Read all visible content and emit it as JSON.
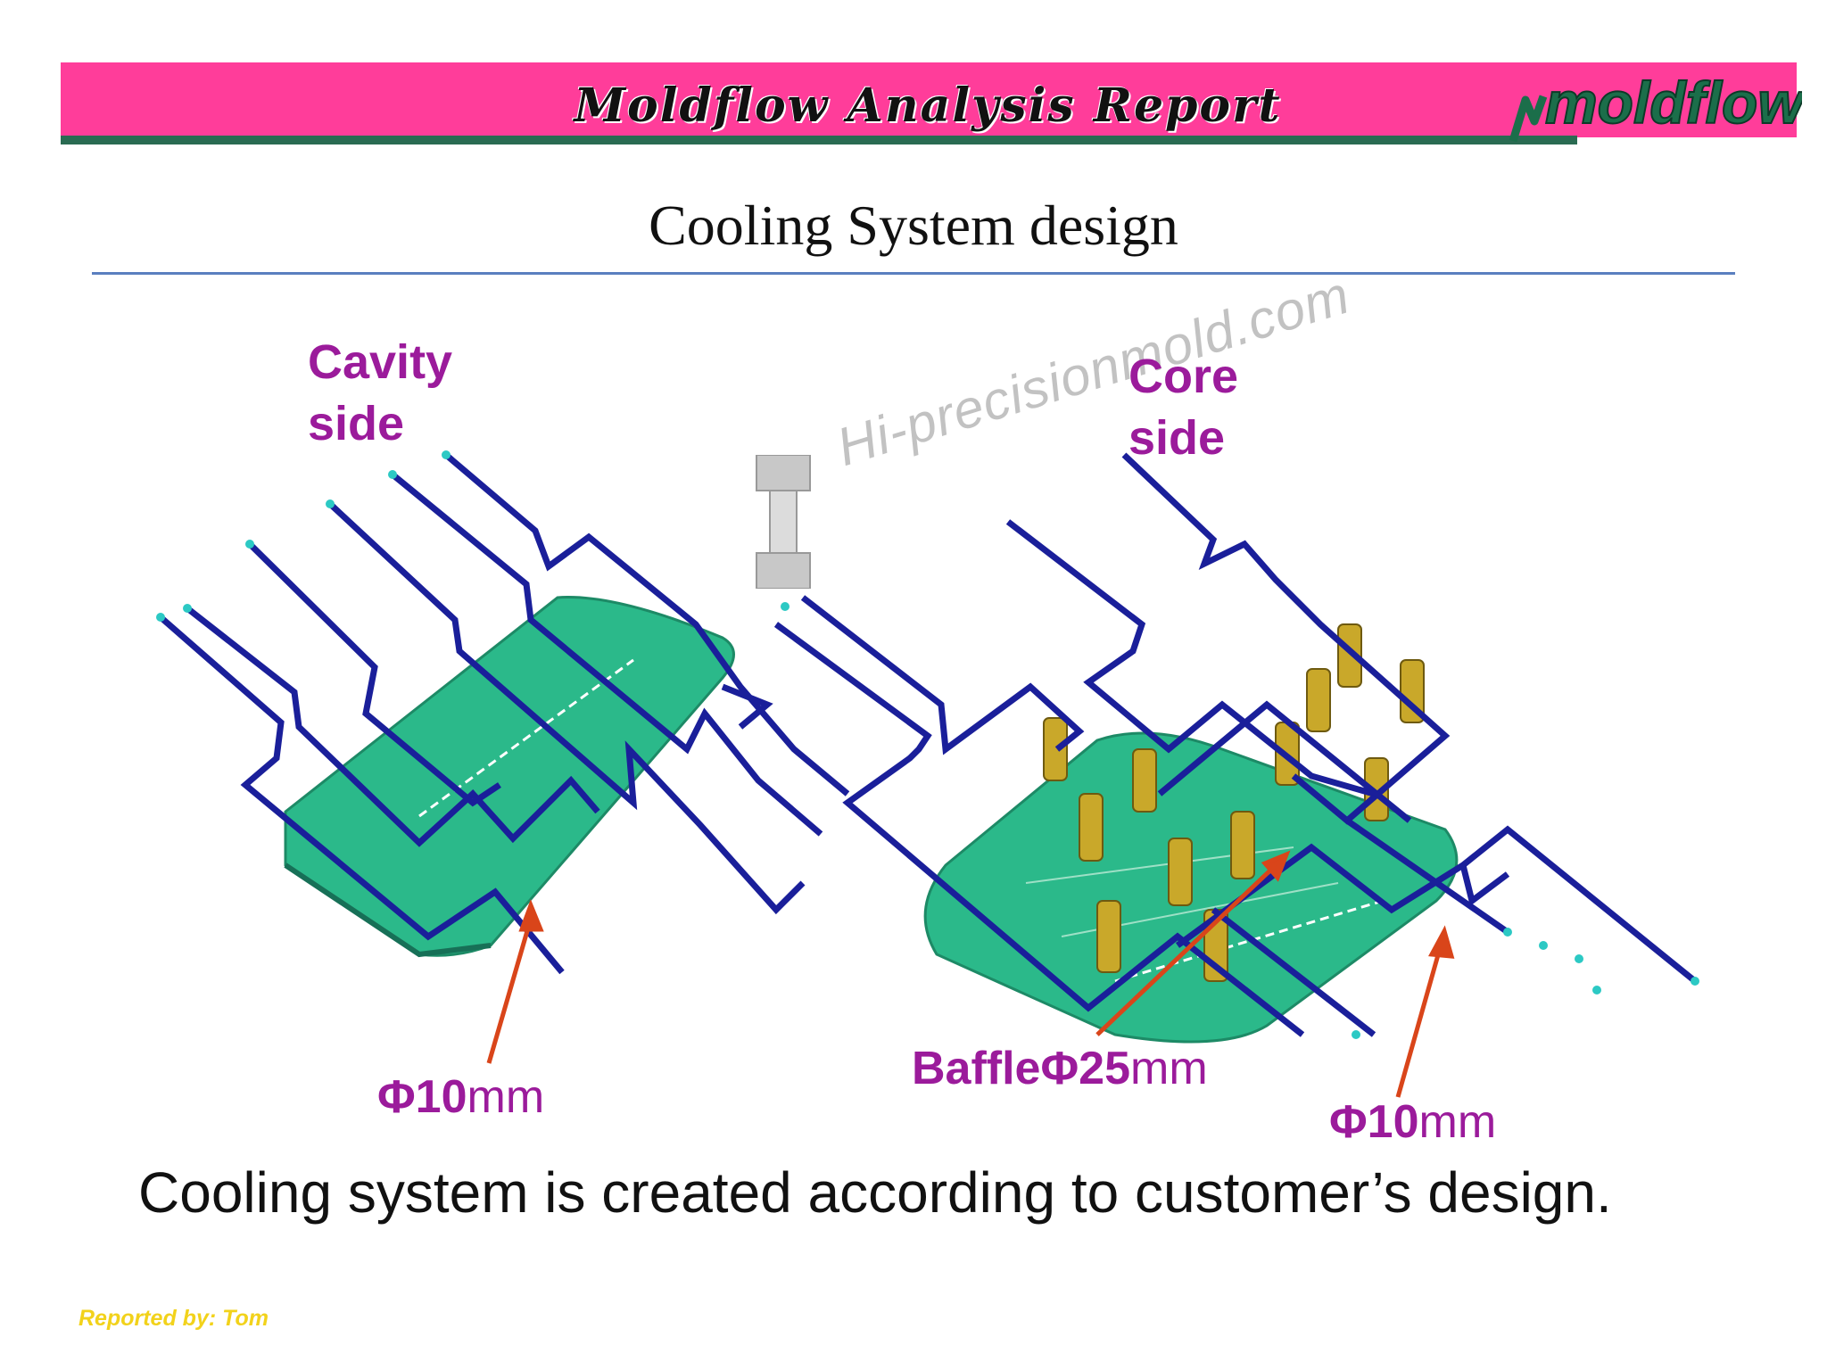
{
  "header": {
    "title": "Moldflow Analysis Report",
    "logo_text": "moldflow"
  },
  "page": {
    "title": "Cooling System design"
  },
  "figure": {
    "cavity_label": "Cavity\nside",
    "core_label": "Core\nside",
    "watermark": "Hi-precisionmold.com",
    "dim_left": {
      "symbol_num": "Φ10",
      "unit": "mm"
    },
    "dim_middle": {
      "prefix": "Baffle",
      "symbol_num": "Φ25",
      "unit": "mm"
    },
    "dim_right": {
      "symbol_num": "Φ10",
      "unit": "mm"
    }
  },
  "body": {
    "text": "Cooling system is created according to  customer’s design."
  },
  "footer": {
    "reporter": "Reported by: Tom"
  },
  "colors": {
    "banner": "#ff3d9a",
    "banner_underline": "#2a6b52",
    "label": "#9b1b9b",
    "cooling_line": "#1a1f9a",
    "part": "#2bb98a",
    "baffle": "#c9a82a",
    "arrow": "#d9451a"
  }
}
